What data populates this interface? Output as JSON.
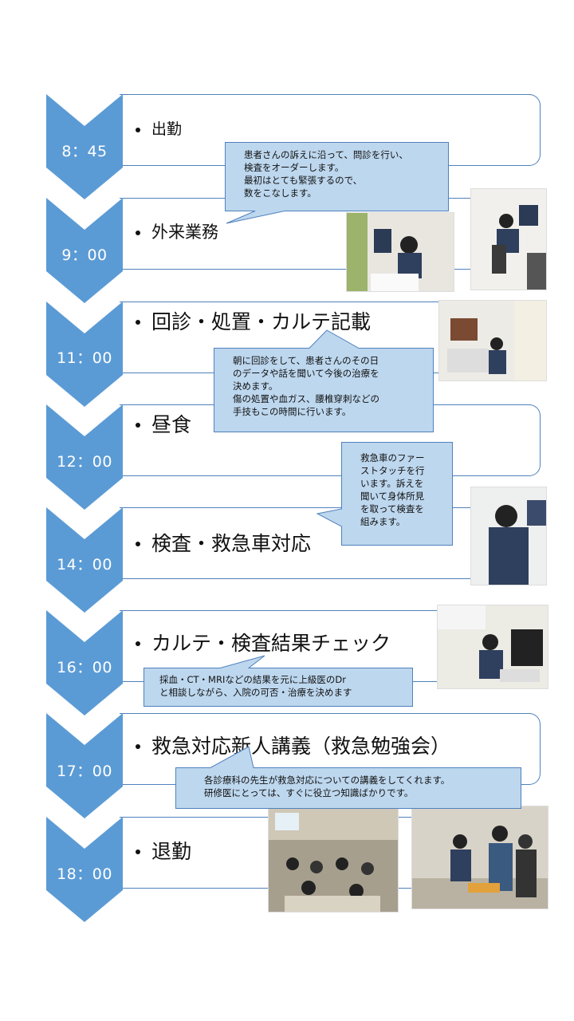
{
  "colors": {
    "chevron": "#5b9bd5",
    "box_border": "#4f81bd",
    "callout_fill": "#bdd7ee",
    "callout_stroke": "#4f81bd"
  },
  "schedule": [
    {
      "time": "8：45",
      "activity": "出勤"
    },
    {
      "time": "9：00",
      "activity": "外来業務"
    },
    {
      "time": "11：00",
      "activity": "回診・処置・カルテ記載"
    },
    {
      "time": "12：00",
      "activity": "昼食"
    },
    {
      "time": "14：00",
      "activity": "検査・救急車対応"
    },
    {
      "time": "16：00",
      "activity": "カルテ・検査結果チェック"
    },
    {
      "time": "17：00",
      "activity": "救急対応新人講義（救急勉強会）"
    },
    {
      "time": "18：00",
      "activity": "退勤"
    }
  ],
  "callouts": {
    "outpatient": "患者さんの訴えに沿って、問診を行い、\n検査をオーダーします。\n最初はとても緊張するので、\n数をこなします。",
    "rounds": "朝に回診をして、患者さんのその日\nのデータや話を聞いて今後の治療を\n決めます。\n傷の処置や血ガス、腰椎穿刺などの\n手技もこの時間に行います。",
    "ambulance": "救急車のファー\nストタッチを行\nいます。訴えを\n聞いて身体所見\nを取って検査を\n組みます。",
    "results": "採血・CT・MRIなどの結果を元に上級医のDr\nと相談しながら、入院の可否・治療を決めます",
    "lecture": "各診療科の先生が救急対応についての講義をしてくれます。\n研修医にとっては、すぐに役立つ知識ばかりです。"
  },
  "photos": [
    {
      "icon": "doctor-at-computer-photo"
    },
    {
      "icon": "doctor-at-desk-photo"
    },
    {
      "icon": "procedure-room-photo"
    },
    {
      "icon": "doctor-at-monitor-photo"
    },
    {
      "icon": "doctor-typing-photo"
    },
    {
      "icon": "lecture-hall-photo"
    },
    {
      "icon": "hands-on-training-photo"
    }
  ]
}
